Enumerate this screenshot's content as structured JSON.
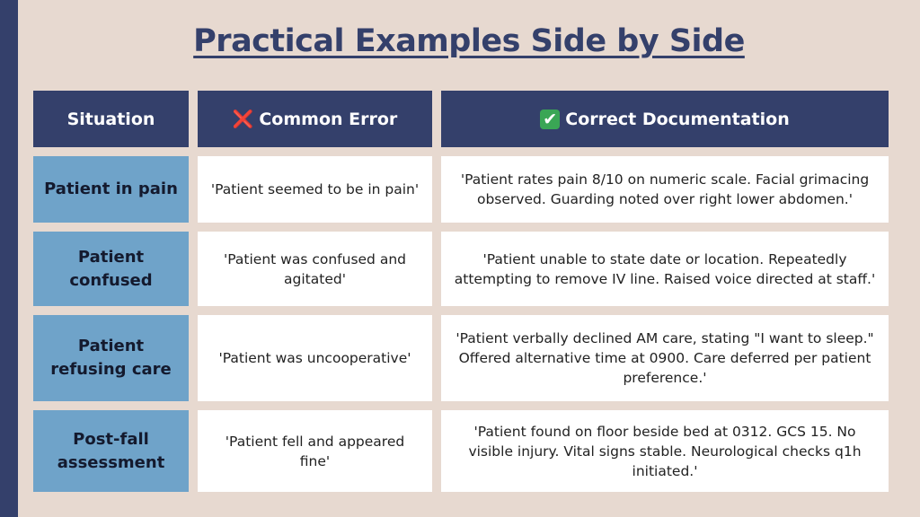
{
  "title": "Practical Examples Side by Side",
  "header": {
    "situation": "Situation",
    "error_icon": "❌",
    "error": "Common Error",
    "correct_icon": "✔",
    "correct": "Correct Documentation"
  },
  "rows": [
    {
      "situation": "Patient in pain",
      "error": "'Patient seemed to be in pain'",
      "correct": "'Patient rates pain 8/10 on numeric scale. Facial grimacing observed. Guarding noted over right lower abdomen.'"
    },
    {
      "situation": "Patient confused",
      "error": "'Patient was confused and agitated'",
      "correct": "'Patient unable to state date or location. Repeatedly attempting to remove IV line. Raised voice directed at staff.'"
    },
    {
      "situation": "Patient refusing care",
      "error": "'Patient was uncooperative'",
      "correct": "'Patient verbally declined AM care, stating \"I want to sleep.\" Offered alternative time at 0900. Care deferred per patient preference.'"
    },
    {
      "situation": "Post-fall assessment",
      "error": "'Patient fell and appeared fine'",
      "correct": "'Patient found on floor beside bed at 0312. GCS 15. No visible injury. Vital signs stable. Neurological checks q1h initiated.'"
    }
  ],
  "colors": {
    "background": "#e7d9d0",
    "accent": "#34406b",
    "situation_cell": "#6fa3c9",
    "error_icon": "#d9342b",
    "check_icon": "#3aa655"
  },
  "icons": [
    "cross-mark-icon",
    "check-mark-icon"
  ]
}
